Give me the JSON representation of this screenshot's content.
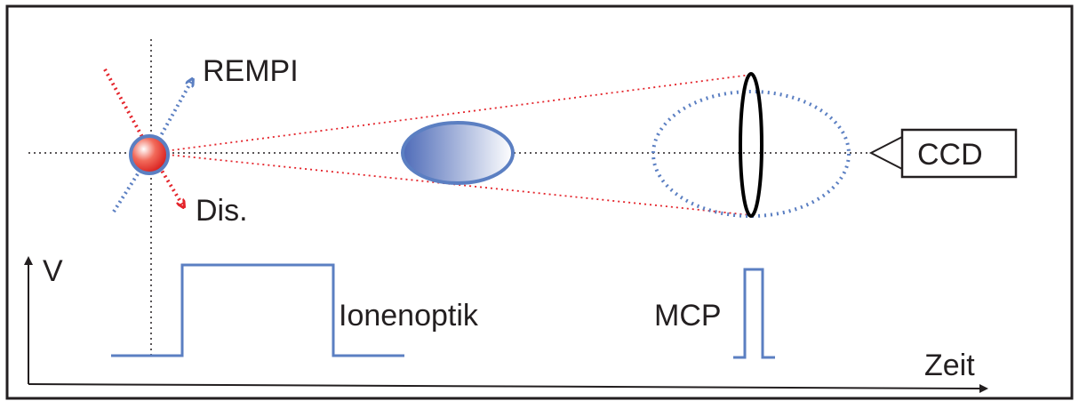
{
  "labels": {
    "rempi": "REMPI",
    "dis": "Dis.",
    "ccd": "CCD",
    "v_axis": "V",
    "time_axis": "Zeit",
    "ion_optics": "Ionenoptik",
    "mcp": "MCP"
  },
  "colors": {
    "frame": "#231f20",
    "blue": "#5b7fc2",
    "red": "#e4242b",
    "ellipse_fill": "#5b74bd",
    "sphere": "#e52420"
  }
}
